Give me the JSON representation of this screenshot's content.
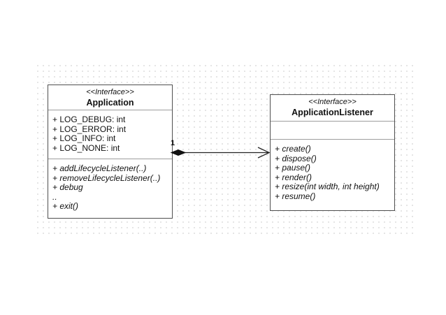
{
  "diagram": {
    "classes": [
      {
        "stereotype": "<<Interface>>",
        "name": "Application",
        "attributes": [
          "+ LOG_DEBUG: int",
          "+ LOG_ERROR: int",
          "+ LOG_INFO: int",
          "+ LOG_NONE: int"
        ],
        "methods": [
          "+ addLifecycleListener(..)",
          "+ removeLifecycleListener(..)",
          "+ debug",
          "..",
          "+ exit()"
        ]
      },
      {
        "stereotype": "<<Interface>>",
        "name": "ApplicationListener",
        "attributes": [],
        "methods": [
          "+ create()",
          "+ dispose()",
          "+ pause()",
          "+ render()",
          "+ resize(int width, int height)",
          "+ resume()"
        ]
      }
    ],
    "connector": {
      "source_marker": "filled-diamond",
      "target_marker": "open-arrow",
      "multiplicity_label": "1"
    },
    "colors": {
      "box_border": "#4f4f4f",
      "separator": "#9d9d9d",
      "connector": "#222222",
      "dot_grid": "#e3e3e3",
      "text": "#111111"
    }
  }
}
